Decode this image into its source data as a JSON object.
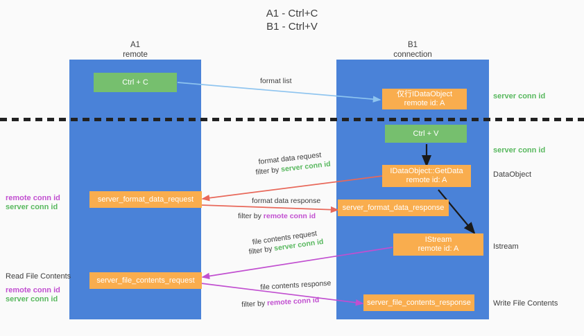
{
  "title": {
    "line1": "A1 - Ctrl+C",
    "line2": "B1 - Ctrl+V"
  },
  "columns": [
    {
      "name": "A1",
      "sub": "remote"
    },
    {
      "name": "B1",
      "sub": "connection"
    }
  ],
  "boxes": {
    "ctrl_c": "Ctrl + C",
    "ctrl_v": "Ctrl + V",
    "idataobject": "仅行IDataObject\nremote id: A",
    "idataobject_l1": "仅行IDataObject",
    "idataobject_l2": "remote id: A",
    "getdata_l1": "IDataObject::GetData",
    "getdata_l2": "remote id: A",
    "istream_l1": "IStream",
    "istream_l2": "remote id: A",
    "server_format_data_request": "server_format_data_request",
    "server_format_data_response": "server_format_data_response",
    "server_file_contents_request": "server_file_contents_request",
    "server_file_contents_response": "server_file_contents_response"
  },
  "arrow_labels": {
    "format_list": "format list",
    "format_data_request": "format data request",
    "format_data_request_filter_prefix": "filter by ",
    "format_data_request_filter_value": "server conn id",
    "format_data_response": "format data response",
    "format_data_response_filter_prefix": "filter by ",
    "format_data_response_filter_value": "remote conn id",
    "file_contents_request": "file contents request",
    "file_contents_request_filter_prefix": "filter by ",
    "file_contents_request_filter_value": "server conn id",
    "file_contents_response": "file contents response",
    "file_contents_response_filter_prefix": "filter by ",
    "file_contents_response_filter_value": "remote conn id"
  },
  "right_labels": {
    "server_conn_id_top": "server conn id",
    "server_conn_id_mid": "server conn id",
    "dataobject": "DataObject",
    "istream": "Istream",
    "write_file_contents": "Write File Contents"
  },
  "left_labels": {
    "remote_conn_id_1": "remote conn id",
    "server_conn_id_1": "server conn id",
    "read_file_contents": "Read File Contents",
    "remote_conn_id_2": "remote conn id",
    "server_conn_id_2": "server conn id"
  },
  "colors": {
    "lane_blue": "#4a82d8",
    "box_orange": "#f9ad4e",
    "box_green": "#76bf6e",
    "green_text": "#58b85e",
    "purple_text": "#c14fd0",
    "arrow_blue": "#8ec4ef",
    "arrow_red": "#e8685a",
    "arrow_magenta": "#c14fd0",
    "arrow_black": "#1a1a1a",
    "background": "#fafafa"
  }
}
